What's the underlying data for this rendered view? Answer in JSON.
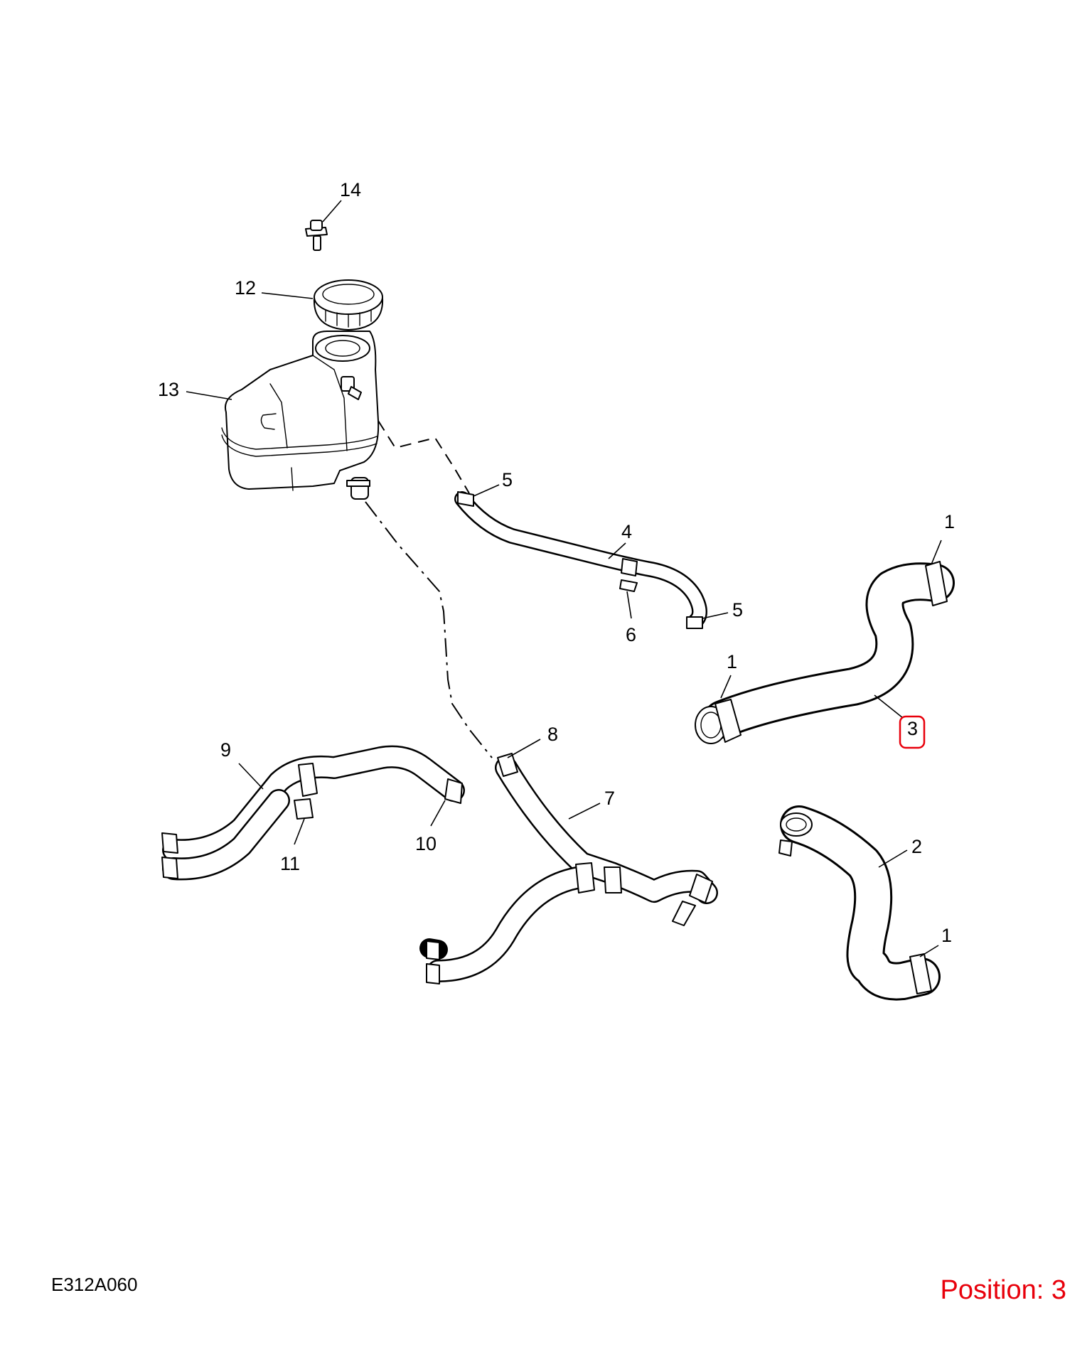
{
  "diagram_code": "E312A060",
  "position_label": "Position: 3",
  "highlight_color": "#e8000b",
  "callouts": {
    "c14": "14",
    "c12": "12",
    "c13": "13",
    "c5a": "5",
    "c4": "4",
    "c5b": "5",
    "c6": "6",
    "c1a": "1",
    "c1b": "1",
    "c3": "3",
    "c8": "8",
    "c7": "7",
    "c9": "9",
    "c11": "11",
    "c10": "10",
    "c2": "2",
    "c1c": "1"
  }
}
